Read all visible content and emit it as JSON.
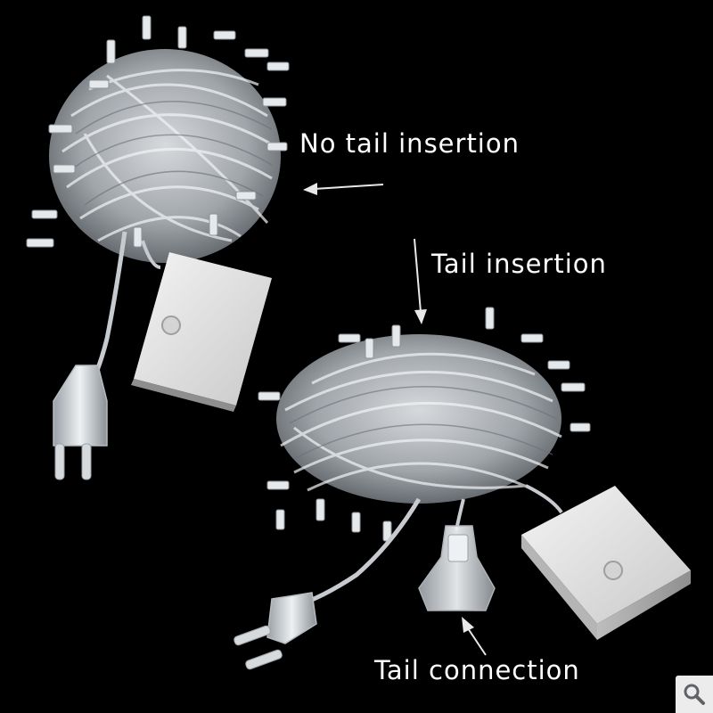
{
  "labels": {
    "no_tail": "No tail insertion",
    "tail_insertion": "Tail insertion",
    "tail_connection": "Tail connection"
  },
  "zoom_button": {
    "icon": "magnifier-icon"
  },
  "colors": {
    "background": "#000000",
    "text": "#ffffff",
    "cable": "#d9dcdf",
    "box": "#e9e9e9"
  }
}
